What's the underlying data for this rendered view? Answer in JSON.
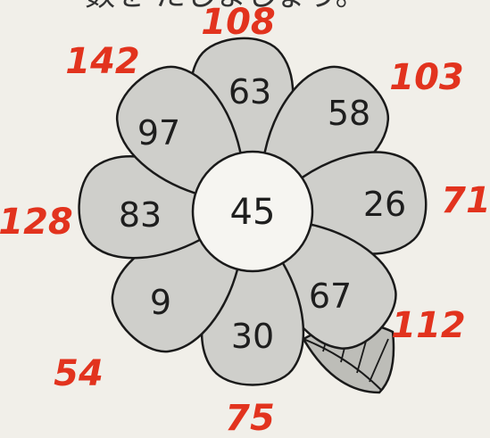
{
  "header_text": "数を たしましょう。",
  "center": {
    "value": "45"
  },
  "petals": [
    {
      "value": "63",
      "answer": "108"
    },
    {
      "value": "58",
      "answer": "103"
    },
    {
      "value": "26",
      "answer": "71"
    },
    {
      "value": "67",
      "answer": "112"
    },
    {
      "value": "30",
      "answer": "75"
    },
    {
      "value": "9",
      "answer": "54"
    },
    {
      "value": "83",
      "answer": "128"
    },
    {
      "value": "97",
      "answer": "142"
    }
  ],
  "colors": {
    "petal_shade": "#cfcfcb",
    "outline": "#1a1a1a",
    "answer_ink": "#e2331e",
    "paper": "#f1efe9"
  }
}
